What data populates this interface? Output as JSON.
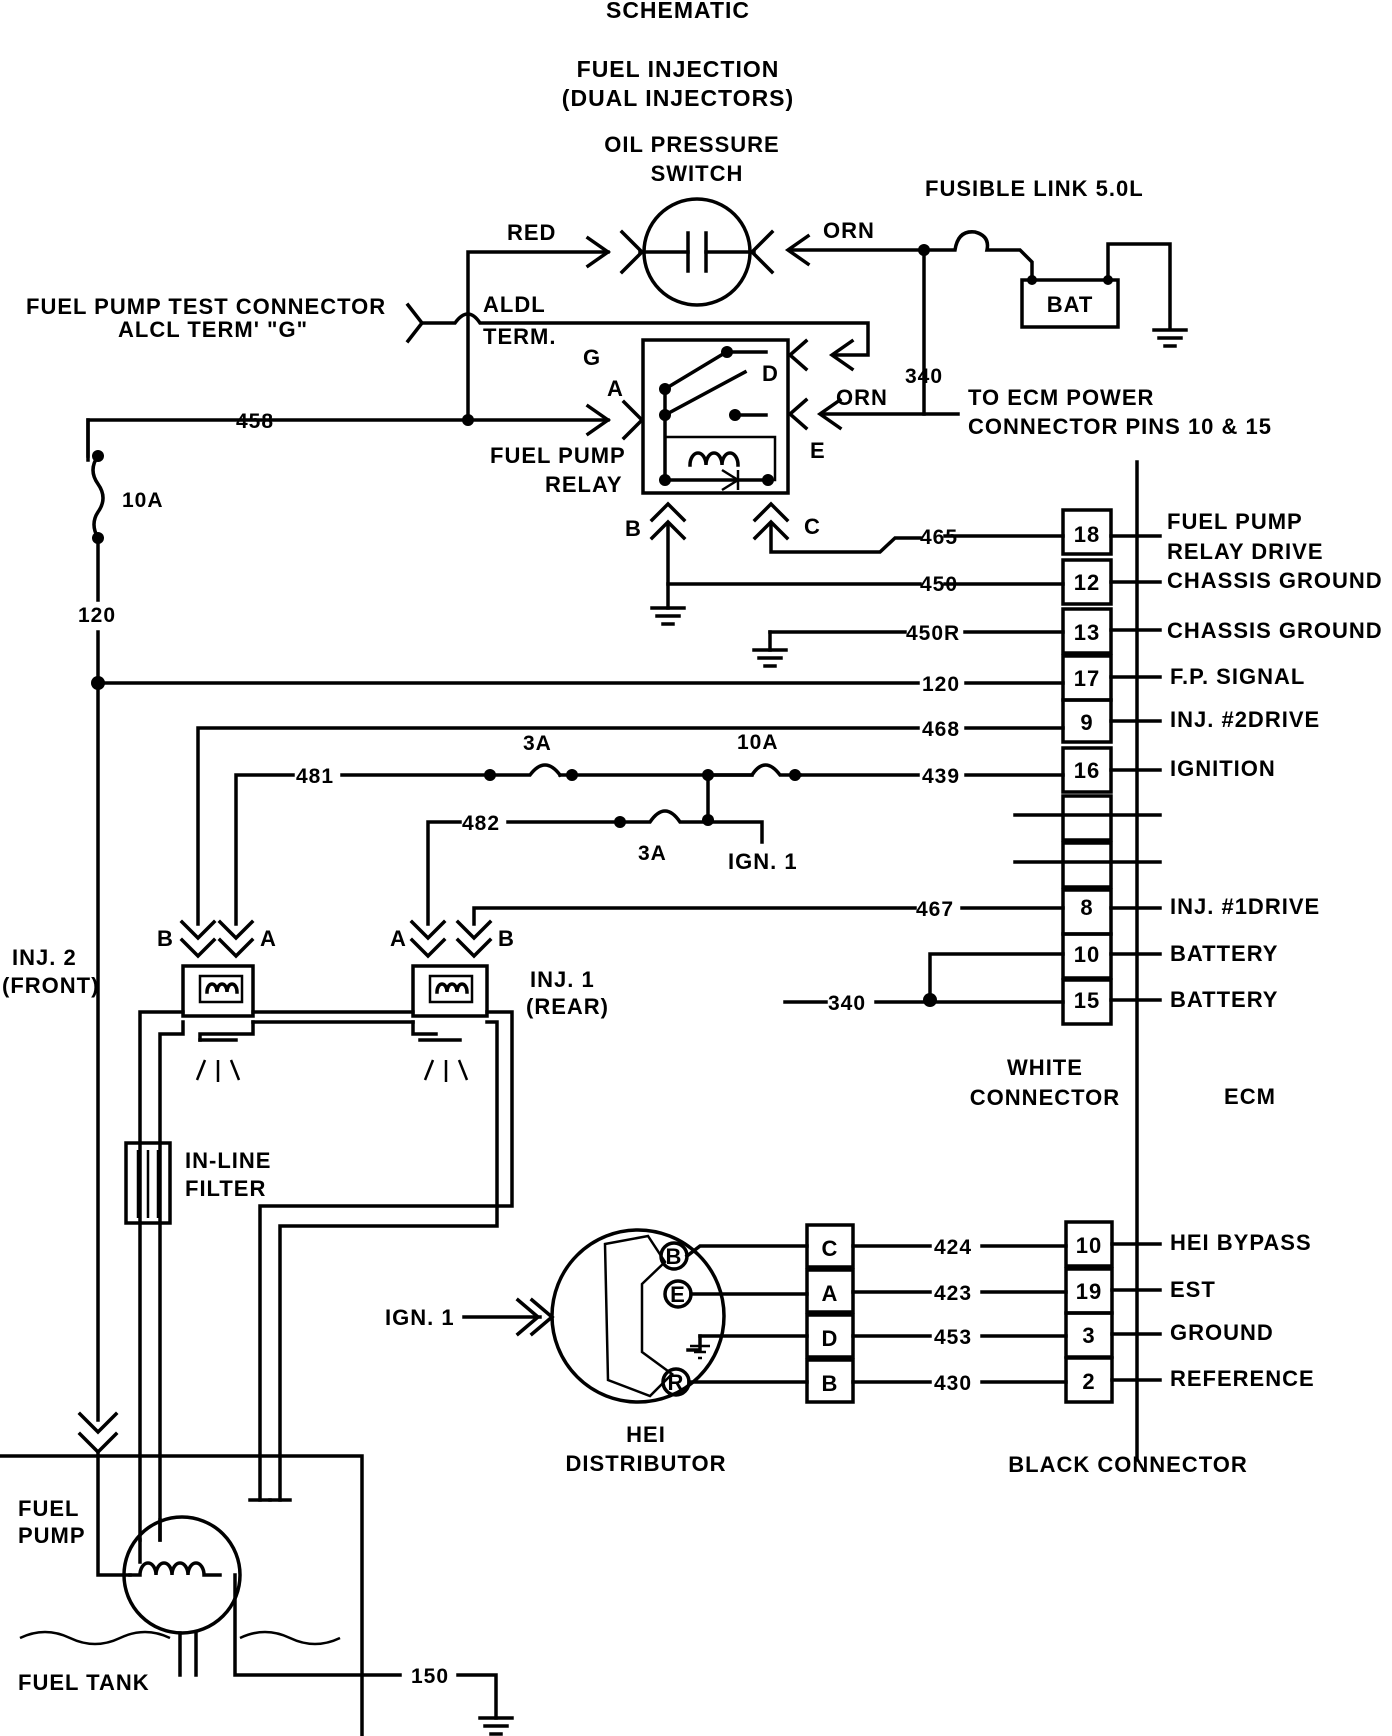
{
  "title": "SCHEMATIC",
  "subtitle_1": "FUEL INJECTION",
  "subtitle_2": "(DUAL INJECTORS)",
  "components": {
    "oil_switch_1": "OIL PRESSURE",
    "oil_switch_2": "SWITCH",
    "fusible_link": "FUSIBLE LINK 5.0L",
    "battery": "BAT",
    "test_connector_1": "FUEL PUMP TEST CONNECTOR",
    "test_connector_2": "ALCL TERM' \"G\"",
    "aldl_1": "ALDL",
    "aldl_2": "TERM.",
    "relay_1": "FUEL PUMP",
    "relay_2": "RELAY",
    "ecm_power_1": "TO ECM POWER",
    "ecm_power_2": "CONNECTOR PINS 10 & 15",
    "inj2_1": "INJ. 2",
    "inj2_2": "(FRONT)",
    "inj1_1": "INJ. 1",
    "inj1_2": "(REAR)",
    "filter_1": "IN-LINE",
    "filter_2": "FILTER",
    "ign1_a": "IGN. 1",
    "ign1_b": "IGN. 1",
    "white_conn_1": "WHITE",
    "white_conn_2": "CONNECTOR",
    "ecm": "ECM",
    "hei_1": "HEI",
    "hei_2": "DISTRIBUTOR",
    "black_conn": "BLACK CONNECTOR",
    "fuel_pump_1": "FUEL",
    "fuel_pump_2": "PUMP",
    "fuel_tank": "FUEL TANK"
  },
  "relay_terminals": {
    "g": "G",
    "a": "A",
    "d": "D",
    "e": "E",
    "b": "B",
    "c": "C"
  },
  "injector_terminals": {
    "inj2_b": "B",
    "inj2_a": "A",
    "inj1_a": "A",
    "inj1_b": "B"
  },
  "wire_colors": {
    "red": "RED",
    "orn_1": "ORN",
    "orn_2": "ORN"
  },
  "wires": {
    "w458": "458",
    "w340a": "340",
    "w120a": "120",
    "w465": "465",
    "w450": "450",
    "w450r": "450R",
    "w120b": "120",
    "w468": "468",
    "w481": "481",
    "w439": "439",
    "w482": "482",
    "w467": "467",
    "w340b": "340",
    "w424": "424",
    "w423": "423",
    "w453": "453",
    "w430": "430",
    "w150": "150"
  },
  "fuses": {
    "f10a_1": "10A",
    "f3a_1": "3A",
    "f10a_2": "10A",
    "f3a_2": "3A"
  },
  "white_connector_pins": [
    {
      "pin": "18",
      "label1": "FUEL PUMP",
      "label2": "RELAY DRIVE"
    },
    {
      "pin": "12",
      "label1": "CHASSIS GROUND"
    },
    {
      "pin": "13",
      "label1": "CHASSIS GROUND"
    },
    {
      "pin": "17",
      "label1": "F.P. SIGNAL"
    },
    {
      "pin": "9",
      "label1": "INJ. #2DRIVE"
    },
    {
      "pin": "16",
      "label1": "IGNITION"
    },
    {
      "pin": "8",
      "label1": "INJ. #1DRIVE"
    },
    {
      "pin": "10",
      "label1": "BATTERY"
    },
    {
      "pin": "15",
      "label1": "BATTERY"
    }
  ],
  "distributor_terminals": {
    "b": "B",
    "e": "E",
    "r": "R"
  },
  "dist_connector": [
    "C",
    "A",
    "D",
    "B"
  ],
  "black_connector_pins": [
    {
      "pin": "10",
      "label": "HEI BYPASS"
    },
    {
      "pin": "19",
      "label": "EST"
    },
    {
      "pin": "3",
      "label": "GROUND"
    },
    {
      "pin": "2",
      "label": "REFERENCE"
    }
  ]
}
